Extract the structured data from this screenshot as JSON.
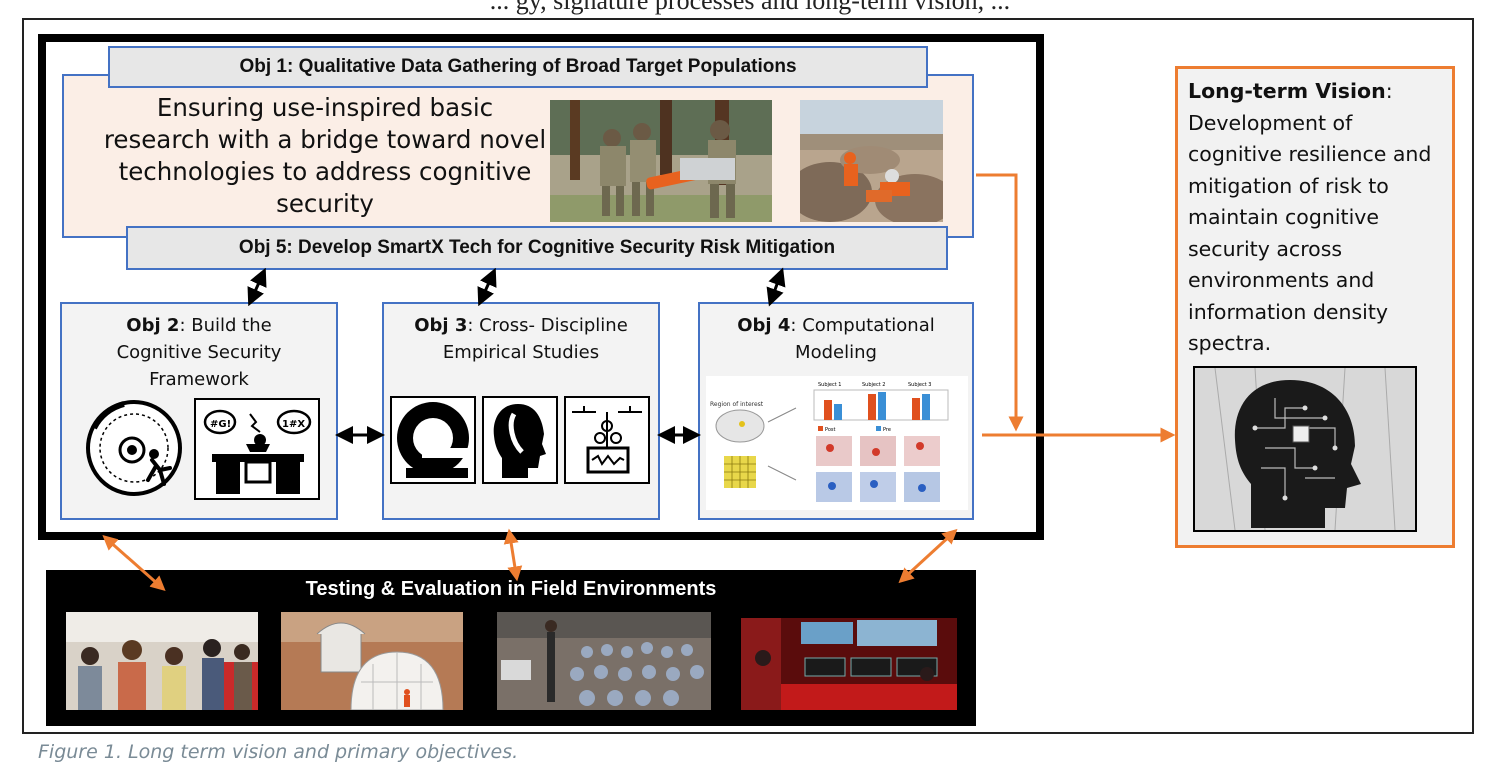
{
  "top_fragment": "... gy, signature processes and long-term vision, ...",
  "obj1": {
    "title": "Obj 1: Qualitative Data Gathering of Broad Target Populations",
    "body": "Ensuring use-inspired basic research with a bridge toward novel technologies to address cognitive security"
  },
  "obj5": {
    "title": "Obj 5: Develop SmartX Tech for Cognitive Security Risk Mitigation"
  },
  "obj2": {
    "bold": "Obj 2",
    "rest": ": Build the Cognitive Security Framework"
  },
  "obj3": {
    "bold": "Obj 3",
    "rest": ": Cross- Discipline Empirical Studies"
  },
  "obj4": {
    "bold": "Obj 4",
    "rest": ": Computational Modeling"
  },
  "obj4_figure": {
    "region_label": "Region of interest",
    "subject_labels": [
      "Subject 1",
      "Subject 2",
      "Subject 3"
    ],
    "legend": [
      "Post",
      "Pre"
    ]
  },
  "field": {
    "title": "Testing & Evaluation in Field Environments"
  },
  "vision": {
    "title": "Long-term Vision",
    "colon": ":",
    "body": "Development of cognitive resilience and mitigation of risk to maintain cognitive security across environments and information density spectra."
  },
  "caption": "Figure 1. Long term vision and primary objectives.",
  "colors": {
    "blue_border": "#4472c4",
    "orange_arrow": "#ed7d31",
    "title_bar_fill": "#e7e7e7",
    "obj1_fill": "#fbeee6"
  }
}
